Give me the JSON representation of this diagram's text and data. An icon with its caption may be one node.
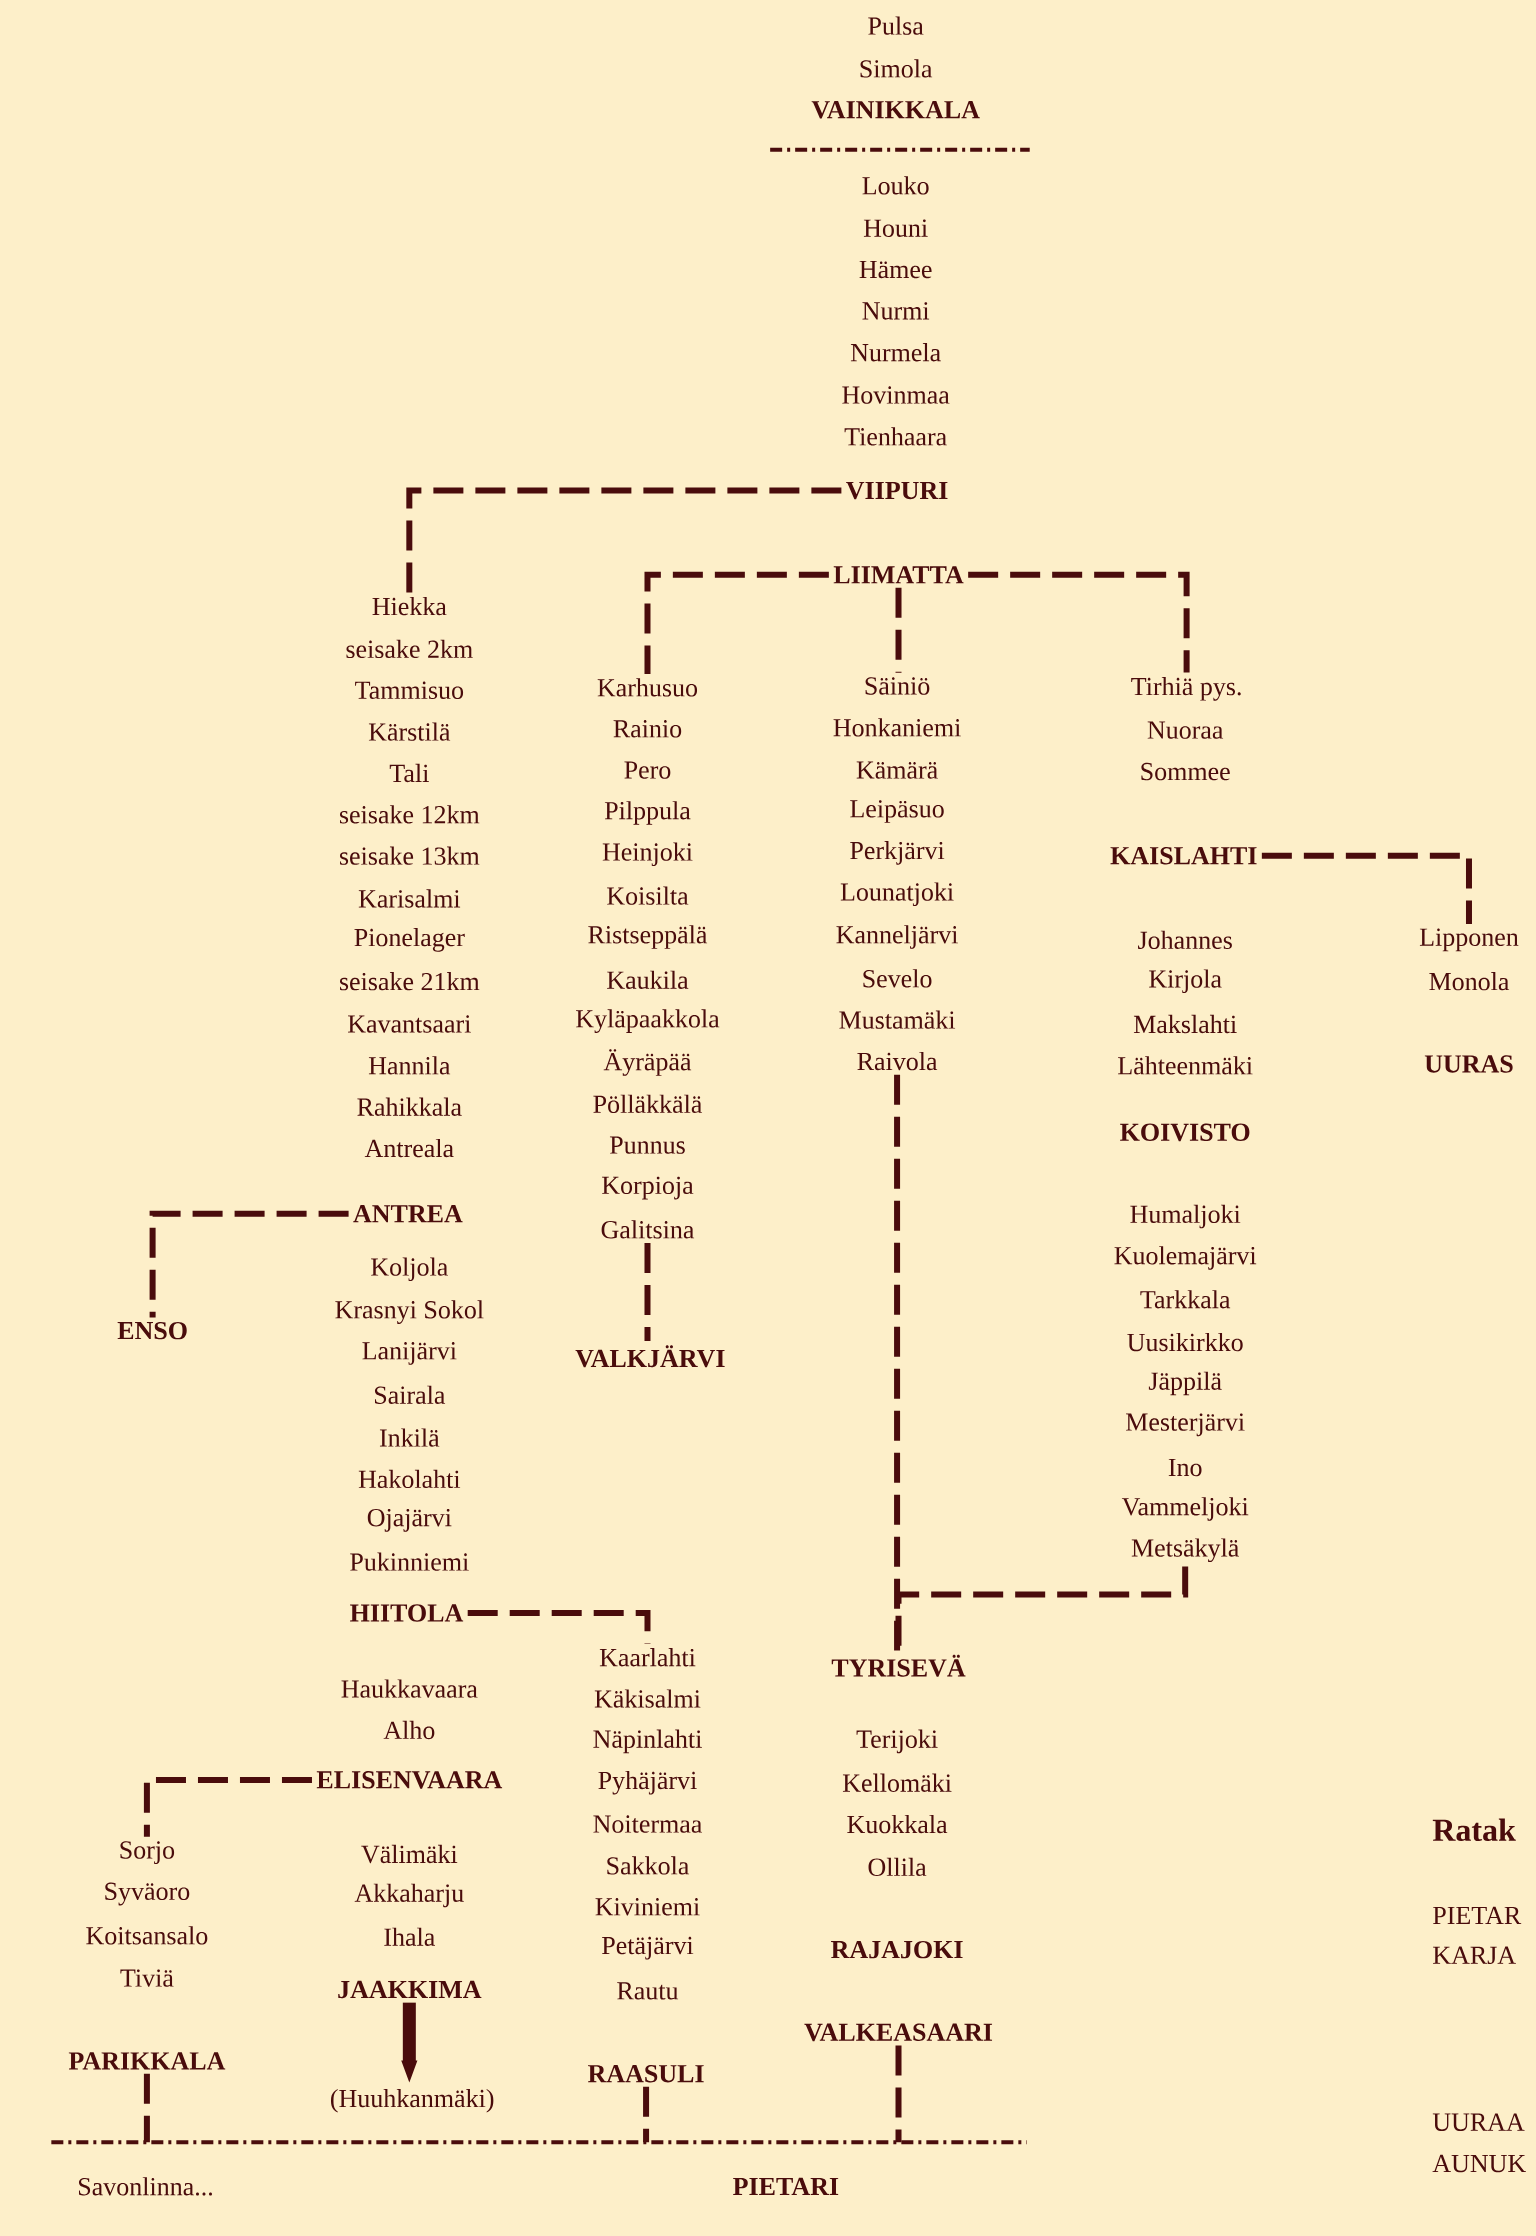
{
  "diagram": {
    "nodes": [
      {
        "text": [
          "VIIPURI"
        ]
      },
      {
        "text": [
          "Hiekka"
        ]
      },
      {
        "text": [
          "LIIMATTA"
        ]
      },
      {
        "text": [
          "Karhusuo"
        ]
      },
      {
        "text": [
          "Säiniö"
        ]
      },
      {
        "text": [
          "Tirhiä pys."
        ]
      },
      {
        "text": [
          "KAISLAHTI"
        ]
      },
      {
        "text": [
          "Lipponen"
        ]
      },
      {
        "text": [
          "ANTREA"
        ]
      },
      {
        "text": [
          "ENSO"
        ]
      },
      {
        "text": [
          "Galitsina"
        ]
      },
      {
        "text": [
          "VALKJÄRVI"
        ]
      },
      {
        "text": [
          "Raivola"
        ]
      },
      {
        "text": [
          "Metsäkylä"
        ]
      },
      {
        "text": [
          "TYRISEVÄ"
        ]
      },
      {
        "text": [
          "HIITOLA"
        ]
      },
      {
        "text": [
          "Kaarlahti"
        ]
      },
      {
        "text": [
          "ELISENVAARA"
        ]
      },
      {
        "text": [
          "Sorjo"
        ]
      },
      {
        "text": [
          "JAAKKIMA"
        ]
      },
      {
        "text": [
          "(Huuhkanmäki)"
        ]
      },
      {
        "text": [
          "PARIKKALA"
        ]
      },
      {
        "text": [
          "RAASULI"
        ]
      },
      {
        "text": [
          "VALKEASAARI"
        ]
      }
    ],
    "edges": [
      {
        "from": 0,
        "to": 1,
        "arrow": "none",
        "style": "dashed"
      },
      {
        "from": 2,
        "to": 3,
        "arrow": "none",
        "style": "dashed"
      },
      {
        "from": 2,
        "to": 4,
        "arrow": "none",
        "style": "dashed"
      },
      {
        "from": 2,
        "to": 5,
        "arrow": "none",
        "style": "dashed"
      },
      {
        "from": 6,
        "to": 7,
        "arrow": "none",
        "style": "dashed"
      },
      {
        "from": 8,
        "to": 9,
        "arrow": "none",
        "style": "dashed"
      },
      {
        "from": 10,
        "to": 11,
        "arrow": "none",
        "style": "dashed"
      },
      {
        "from": 12,
        "to": 14,
        "arrow": "none",
        "style": "dashed"
      },
      {
        "from": 13,
        "to": 14,
        "arrow": "none",
        "style": "dashed"
      },
      {
        "from": 15,
        "to": 16,
        "arrow": "none",
        "style": "dashed"
      },
      {
        "from": 17,
        "to": 18,
        "arrow": "none",
        "style": "dashed"
      },
      {
        "from": 19,
        "to": 20,
        "arrow": "to",
        "style": "thick"
      },
      {
        "from": 21,
        "to": null,
        "arrow": "none",
        "style": "dashed"
      },
      {
        "from": 22,
        "to": null,
        "arrow": "none",
        "style": "dashed"
      },
      {
        "from": 23,
        "to": null,
        "arrow": "none",
        "style": "dashed"
      }
    ],
    "labels": [
      "Pulsa",
      "Simola",
      "VAINIKKALA",
      "Louko",
      "Houni",
      "Hämee",
      "Nurmi",
      "Nurmela",
      "Hovinmaa",
      "Tienhaara",
      "seisake 2km",
      "Tammisuo",
      "Kärstilä",
      "Tali",
      "seisake 12km",
      "seisake 13km",
      "Karisalmi",
      "Pionelager",
      "seisake 21km",
      "Kavantsaari",
      "Hannila",
      "Rahikkala",
      "Antreala",
      "Koljola",
      "Krasnyi Sokol",
      "Lanijärvi",
      "Sairala",
      "Inkilä",
      "Hakolahti",
      "Ojajärvi",
      "Pukinniemi",
      "Haukkavaara",
      "Alho",
      "Välimäki",
      "Akkaharju",
      "Ihala",
      "Rainio",
      "Pero",
      "Pilppula",
      "Heinjoki",
      "Koisilta",
      "Ristseppälä",
      "Kaukila",
      "Kyläpaakkola",
      "Äyräpää",
      "Pölläkkälä",
      "Punnus",
      "Korpioja",
      "Käkisalmi",
      "Näpinlahti",
      "Pyhäjärvi",
      "Noitermaa",
      "Sakkola",
      "Kiviniemi",
      "Petäjärvi",
      "Rautu",
      "Honkaniemi",
      "Kämärä",
      "Leipäsuo",
      "Perkjärvi",
      "Lounatjoki",
      "Kanneljärvi",
      "Sevelo",
      "Mustamäki",
      "Terijoki",
      "Kellomäki",
      "Kuokkala",
      "Ollila",
      "RAJAJOKI",
      "Nuoraa",
      "Sommee",
      "Johannes",
      "Kirjola",
      "Makslahti",
      "Lähteenmäki",
      "KOIVISTO",
      "Humaljoki",
      "Kuolemajärvi",
      "Tarkkala",
      "Uusikirkko",
      "Jäppilä",
      "Mesterjärvi",
      "Ino",
      "Vammeljoki",
      "Monola",
      "UURAS",
      "Syväoro",
      "Koitsansalo",
      "Tiviä",
      "Savonlinna...",
      "PIETARI",
      "Ratak",
      "PIETAR",
      "KARJA",
      "UURAA",
      "AUNUK"
    ]
  }
}
